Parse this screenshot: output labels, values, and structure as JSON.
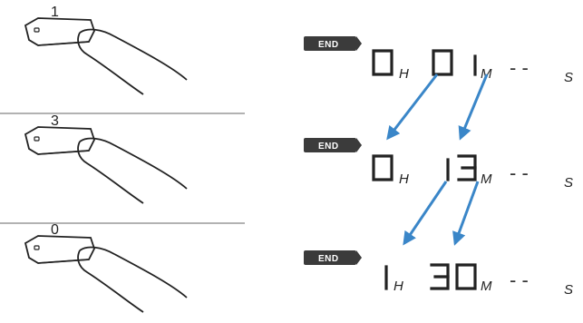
{
  "steps": [
    {
      "key": "1",
      "end_label": "END",
      "hours": "0",
      "minutes": "01",
      "seconds": "- -"
    },
    {
      "key": "3",
      "end_label": "END",
      "hours": "0",
      "minutes": "13",
      "seconds": "- -"
    },
    {
      "key": "0",
      "end_label": "END",
      "hours": "1",
      "minutes": "30",
      "seconds": "- -"
    }
  ],
  "units": {
    "hours": "H",
    "minutes": "M",
    "seconds": "S"
  },
  "colors": {
    "arrow": "#3a86c8",
    "badge": "#3b3b3b",
    "ink": "#222222",
    "divider": "#666666"
  },
  "icons": [
    "finger-pressing-key-icon",
    "arrow-icon"
  ]
}
